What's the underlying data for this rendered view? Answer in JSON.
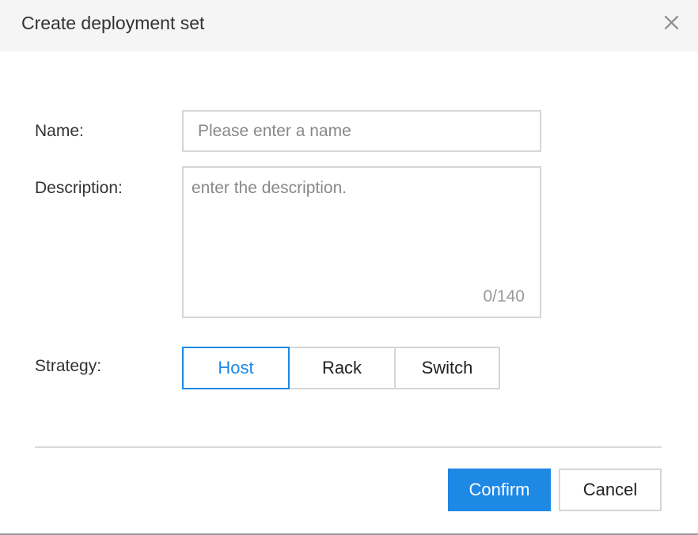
{
  "dialog": {
    "title": "Create deployment set",
    "close_icon": "close-icon"
  },
  "form": {
    "name": {
      "label": "Name:",
      "value": "",
      "placeholder": "Please enter a name"
    },
    "description": {
      "label": "Description:",
      "value": "",
      "placeholder": "enter the description.",
      "counter": "0/140"
    },
    "strategy": {
      "label": "Strategy:",
      "options": [
        "Host",
        "Rack",
        "Switch"
      ],
      "selected": "Host"
    }
  },
  "footer": {
    "confirm_label": "Confirm",
    "cancel_label": "Cancel"
  },
  "colors": {
    "accent": "#1e88e5",
    "header_bg": "#f5f5f5",
    "border": "#d6d6d6"
  }
}
